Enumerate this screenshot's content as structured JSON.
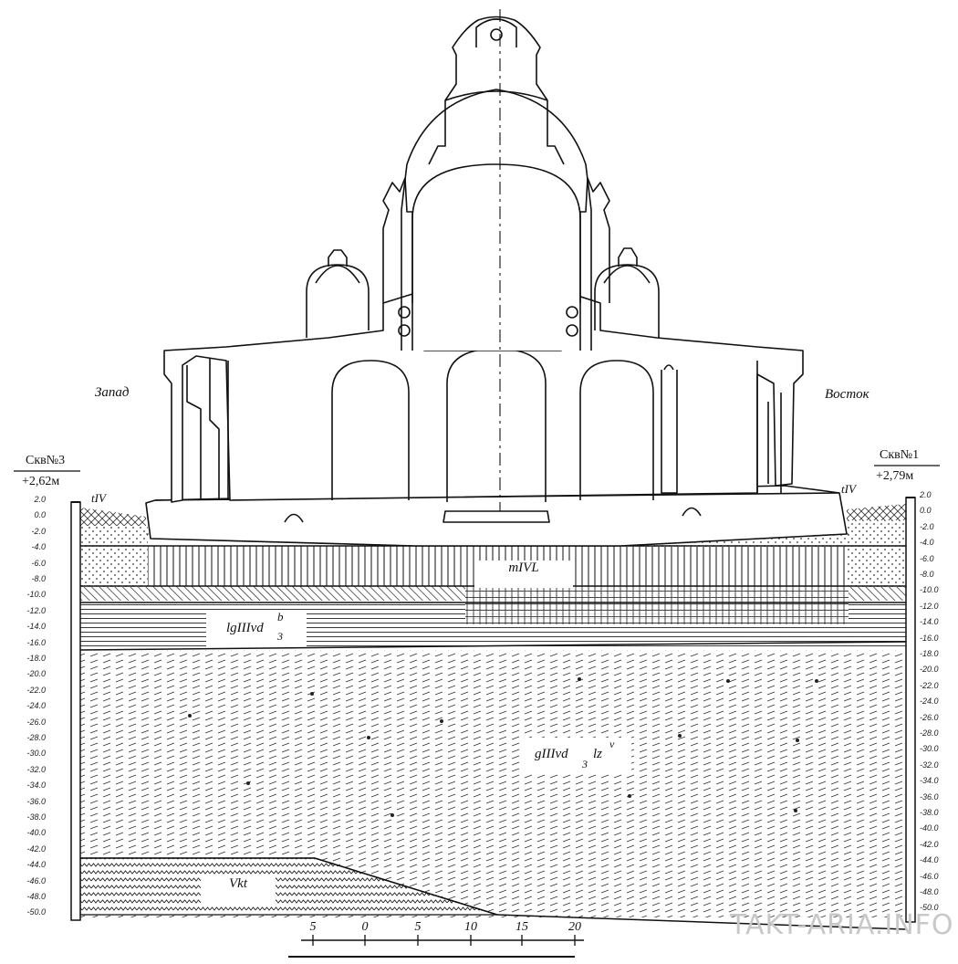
{
  "directions": {
    "west": "Запад",
    "east": "Восток"
  },
  "wells": {
    "left": {
      "name": "Скв№3",
      "elev": "+2,62м"
    },
    "right": {
      "name": "Скв№1",
      "elev": "+2,79м"
    }
  },
  "layers": {
    "tIV_left": "tIV",
    "tIV_right": "tIV",
    "mIVL": "mIVL",
    "lg": {
      "main": "lgIIIvd",
      "sup": "b",
      "sub": "3"
    },
    "g": {
      "main": "gIIIvd",
      "sub": "3",
      "rest": "lz",
      "sup": "v"
    },
    "vkt": "Vkt"
  },
  "depth_ticks": [
    "2.0",
    "0.0",
    "-2.0",
    "-4.0",
    "-6.0",
    "-8.0",
    "-10.0",
    "-12.0",
    "-14.0",
    "-16.0",
    "-18.0",
    "-20.0",
    "-22.0",
    "-24.0",
    "-26.0",
    "-28.0",
    "-30.0",
    "-32.0",
    "-34.0",
    "-36.0",
    "-38.0",
    "-40.0",
    "-42.0",
    "-44.0",
    "-46.0",
    "-48.0",
    "-50.0"
  ],
  "depth_tick_text": [
    "2.0",
    "0.0",
    "-2.0",
    "-4.0",
    "-6.0",
    "-8.0",
    "-10.0",
    "-12.0",
    "-14.0",
    "-16.0",
    "-18.0",
    "-20.0",
    "-22.0",
    "-24.0",
    "-26.0",
    "-28.0",
    "-30.0",
    "-32.0",
    "-34.0",
    "-36.0",
    "-38.0",
    "-40.0",
    "-42.0",
    "-44.0",
    "-46.0",
    "-48.0",
    "-50.0"
  ],
  "scale_labels": [
    "5",
    "0",
    "5",
    "10",
    "15",
    "20"
  ],
  "watermark": "TAKT-ARIA.INFO"
}
